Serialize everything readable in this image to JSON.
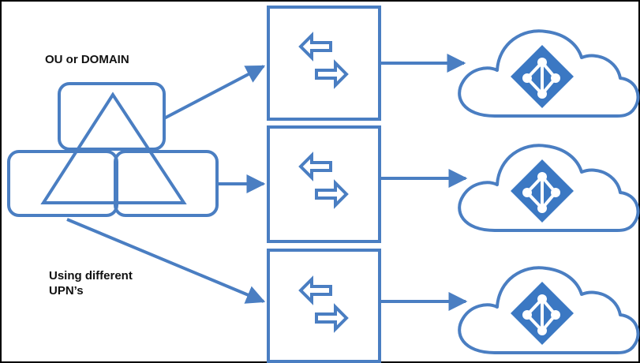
{
  "labels": {
    "top": "OU or DOMAIN",
    "bottom_line1": "Using different",
    "bottom_line2": "UPN’s"
  },
  "colors": {
    "stroke": "#4a7ec2",
    "frame": "#000000",
    "diamond": "#3b78c3",
    "diamond_symbol": "#ffffff"
  },
  "icons": {
    "forest": "ad-forest-triangle-icon",
    "sync": "bidirectional-sync-arrows-icon",
    "cloud": "azure-ad-cloud-icon"
  }
}
